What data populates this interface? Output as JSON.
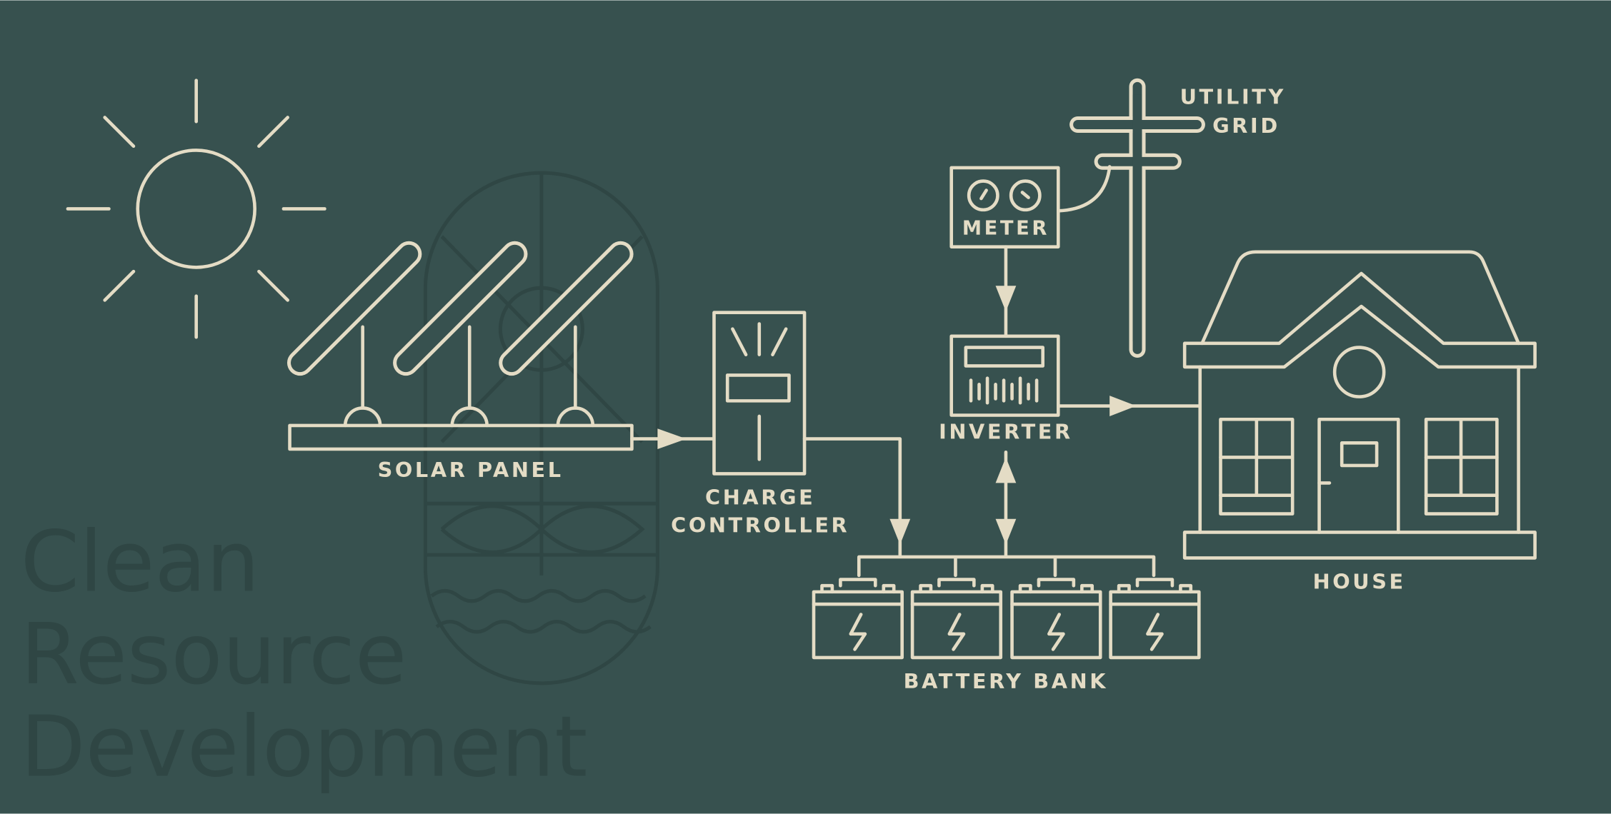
{
  "labels": {
    "solar_panel": "SOLAR PANEL",
    "charge_controller_1": "CHARGE",
    "charge_controller_2": "CONTROLLER",
    "meter": "METER",
    "inverter": "INVERTER",
    "utility_grid_1": "UTILITY",
    "utility_grid_2": "GRID",
    "house": "HOUSE",
    "battery_bank": "BATTERY BANK"
  },
  "watermark": {
    "line1": "Clean",
    "line2": "Resource",
    "line3": "Development"
  },
  "colors": {
    "background": "#37514f",
    "line": "#e4dcc5",
    "watermark": "#2f4644"
  }
}
